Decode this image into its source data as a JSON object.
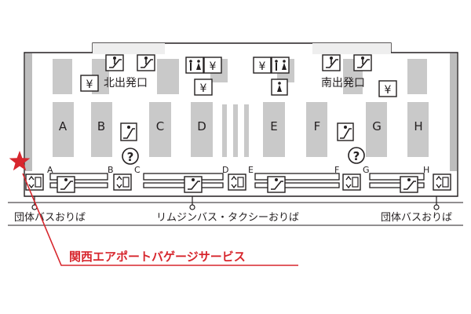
{
  "colors": {
    "line": "#231f20",
    "counter": "#c9c9c9",
    "wall": "#bdbdbd",
    "callout": "#d7262d"
  },
  "exits": {
    "north": "北出発口",
    "south": "南出発口"
  },
  "counters": {
    "top": [
      "A",
      "B",
      "C",
      "D",
      "E",
      "F",
      "G",
      "H"
    ],
    "entrances": [
      "A",
      "B",
      "C",
      "D",
      "E",
      "F",
      "G",
      "H"
    ]
  },
  "bus_stops": {
    "left": "団体バスおりば",
    "center": "リムジンバス・タクシーおりば",
    "right": "団体バスおりば"
  },
  "callout": {
    "label": "関西エアポートバゲージサービス"
  },
  "icons": {
    "yen": "¥",
    "info": "?",
    "escalator": "escalator-icon",
    "elevator": "elevator-icon",
    "restroom": "restroom-icon",
    "star": "star-icon"
  }
}
